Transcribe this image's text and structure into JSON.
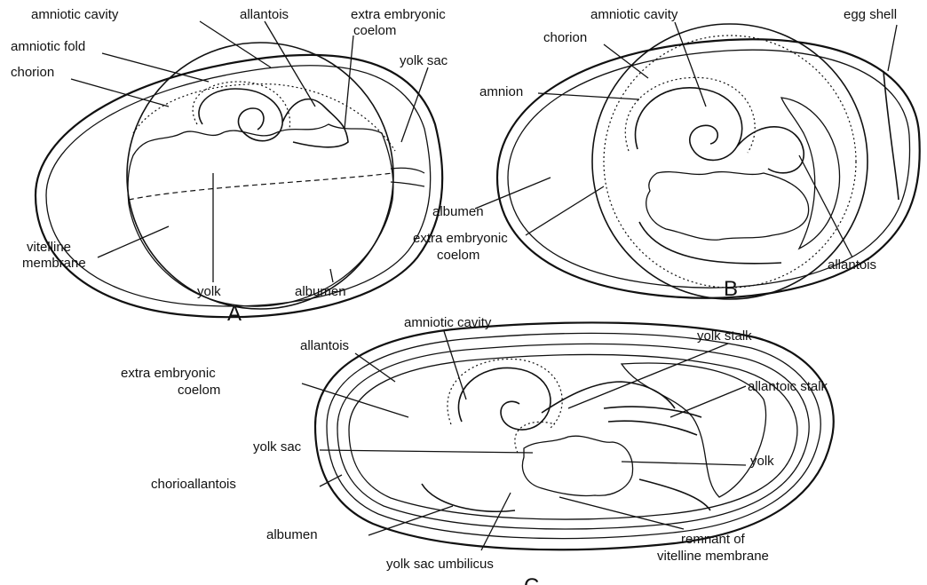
{
  "panels": {
    "a": {
      "letter": "A",
      "labels": {
        "amniotic_cavity": "amniotic cavity",
        "allantois": "allantois",
        "extra_embryonic_1": "extra embryonic",
        "extra_embryonic_2": "coelom",
        "amniotic_fold": "amniotic fold",
        "yolk_sac": "yolk sac",
        "chorion": "chorion",
        "vitelline_1": "vitelline",
        "vitelline_2": "membrane",
        "yolk": "yolk",
        "albumen": "albumen"
      }
    },
    "b": {
      "letter": "B",
      "labels": {
        "amniotic_cavity": "amniotic cavity",
        "egg_shell": "egg shell",
        "chorion": "chorion",
        "amnion": "amnion",
        "albumen": "albumen",
        "extra_embryonic_1": "extra embryonic",
        "extra_embryonic_2": "coelom",
        "allantois": "allantois"
      }
    },
    "c": {
      "letter": "C",
      "labels": {
        "amniotic_cavity": "amniotic cavity",
        "allantois": "allantois",
        "yolk_stalk": "yolk stalk",
        "extra_embryonic_1": "extra embryonic",
        "extra_embryonic_2": "coelom",
        "allantoic_stalk": "allantoic stalk",
        "yolk_sac": "yolk sac",
        "yolk": "yolk",
        "chorioallantois": "chorioallantois",
        "albumen": "albumen",
        "remnant_1": "remnant of",
        "remnant_2": "vitelline membrane",
        "yolk_sac_umbilicus": "yolk sac umbilicus"
      }
    }
  }
}
